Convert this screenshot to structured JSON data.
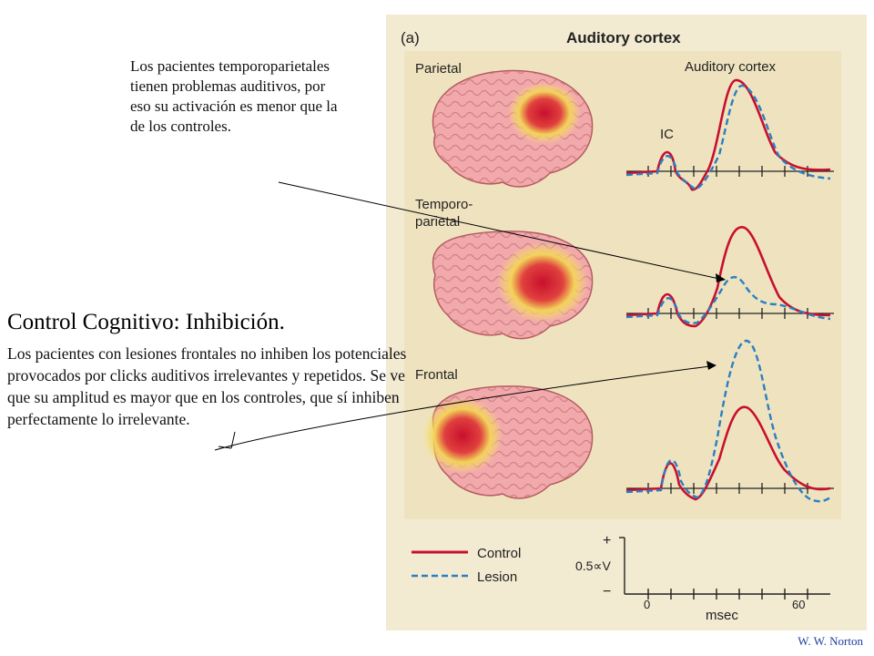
{
  "figure": {
    "panel_label": "(a)",
    "title": "Auditory cortex",
    "rows": [
      {
        "label_line1": "Parietal",
        "label_line2": ""
      },
      {
        "label_line1": "Temporo-",
        "label_line2": "parietal"
      },
      {
        "label_line1": "Frontal",
        "label_line2": ""
      }
    ],
    "wave_labels": {
      "auditory_cortex": "Auditory cortex",
      "ic": "IC"
    },
    "legend": {
      "control": "Control",
      "lesion": "Lesion"
    },
    "scale": {
      "plus": "+",
      "minus": "−",
      "amplitude": "0.5∝V",
      "tick_start": "0",
      "tick_end": "60",
      "unit": "msec"
    },
    "colors": {
      "panel_bg": "#f3ead2",
      "plot_bg": "#efe3bf",
      "control": "#c8102e",
      "lesion": "#2a7fc4",
      "brain": "#f2a9ac",
      "activation_core": "#d4203a",
      "activation_halo": "#f5e36a"
    }
  },
  "annotations": {
    "top_note": "Los pacientes temporoparietales tienen problemas auditivos, por eso su activación es menor que la de los controles.",
    "title": "Control Cognitivo: Inhibición.",
    "main_note": "Los pacientes con lesiones frontales no inhiben los potenciales provocados por clicks auditivos irrelevantes y repetidos. Se ve que su amplitud es mayor que en los controles, que sí inhiben perfectamente lo irrelevante."
  },
  "credit": "W. W. Norton"
}
